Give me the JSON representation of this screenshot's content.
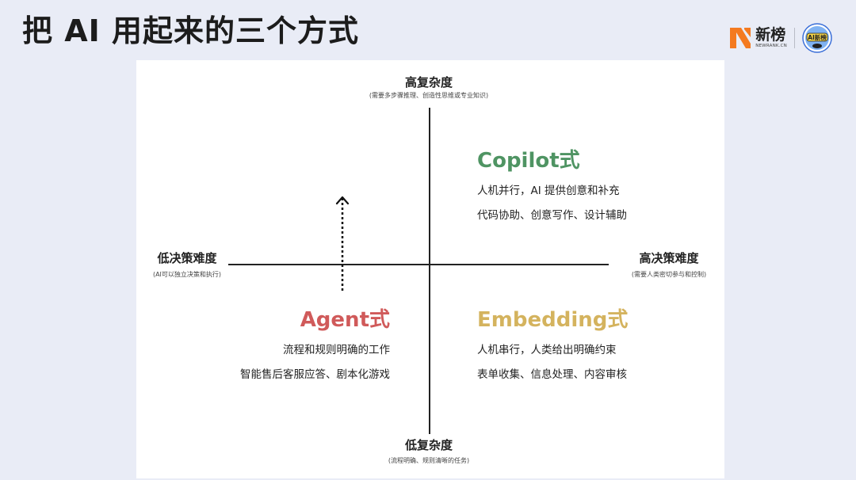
{
  "page": {
    "title": "把 AI 用起来的三个方式"
  },
  "logo": {
    "name_cn": "新榜",
    "name_en": "NEWRANK.CN",
    "badge_text": "AI新榜",
    "colors": {
      "orange": "#f47a20",
      "dark": "#222222"
    }
  },
  "axes": {
    "top": {
      "label": "高复杂度",
      "note": "(需要多步骤推理、创造性思维或专业知识)"
    },
    "bottom": {
      "label": "低复杂度",
      "note": "(流程明确、规则清晰的任务)"
    },
    "left": {
      "label": "低决策难度",
      "note": "(AI可以独立决策和执行)"
    },
    "right": {
      "label": "高决策难度",
      "note": "(需要人类密切参与和控制)"
    }
  },
  "quadrants": {
    "copilot": {
      "title": "Copilot式",
      "color": "#4f9463",
      "lines": [
        "人机并行，AI 提供创意和补充",
        "代码协助、创意写作、设计辅助"
      ]
    },
    "agent": {
      "title": "Agent式",
      "color": "#d05a5a",
      "lines": [
        "流程和规则明确的工作",
        "智能售后客服应答、剧本化游戏"
      ]
    },
    "embedding": {
      "title": "Embedding式",
      "color": "#d4b35e",
      "lines": [
        "人机串行，人类给出明确约束",
        "表单收集、信息处理、内容审核"
      ]
    }
  },
  "arrow": {
    "direction": "up",
    "style": "dotted"
  }
}
